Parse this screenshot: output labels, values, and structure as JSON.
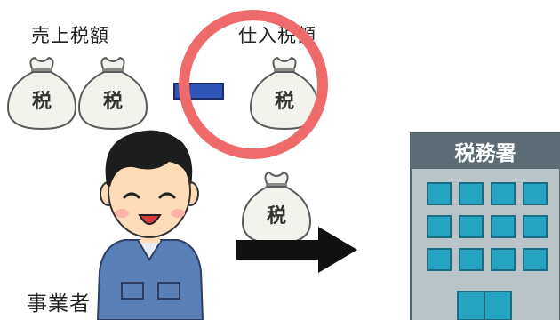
{
  "labels": {
    "sales_tax": "売上税額",
    "purchase_tax": "仕入税額",
    "business_operator": "事業者"
  },
  "bag": {
    "character": "税"
  },
  "tax_office": {
    "sign": "税務署"
  },
  "colors": {
    "minus_bar": "#2f55b8",
    "circle_ring": "#ef6a6a",
    "bag_fill": "#f3f3ee",
    "bag_stroke": "#5b5b5b",
    "arrow": "#111111",
    "building": "#b9c4c9",
    "building_top": "#5d6b75",
    "window": "#27a4c2",
    "shirt": "#5a80b8",
    "skin": "#ffdcb8",
    "hair": "#1d1d1d"
  }
}
